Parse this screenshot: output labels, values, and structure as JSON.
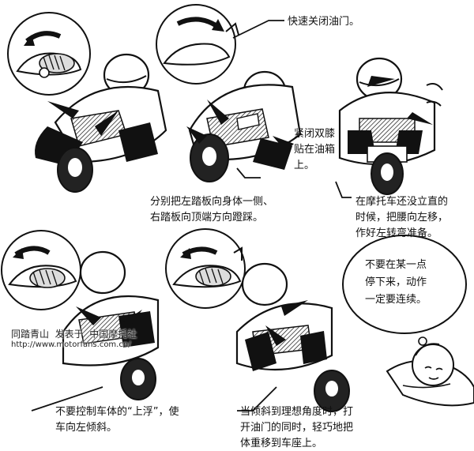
{
  "captions": {
    "close_throttle": "快速关闭油门。",
    "grip_tank": [
      "紧闭双膝",
      "贴在油箱",
      "上。"
    ],
    "pedals": [
      "分别把左踏板向身体一侧、",
      "右踏板向顶端方向蹬踩。"
    ],
    "hips_left": [
      "在摩托车还没立直的",
      "时候，把腰向左移，",
      "作好左转弯准备。"
    ],
    "dont_stop": [
      "不要在某一点",
      "停下来，动作",
      "一定要连续。"
    ],
    "no_float": [
      "不要控制车体的“上浮”，使",
      "车向左倾斜。"
    ],
    "open_throttle": [
      "当倾斜到理想角度时，打",
      "开油门的同时，轻巧地把",
      "体重移到车座上。"
    ]
  },
  "watermark": {
    "line1": "同踏青山  发表于  中国摩托社",
    "line2": "http://www.motorfans.com.cn/"
  },
  "colors": {
    "ink": "#111111",
    "paper": "#ffffff",
    "shade": "#444444"
  }
}
